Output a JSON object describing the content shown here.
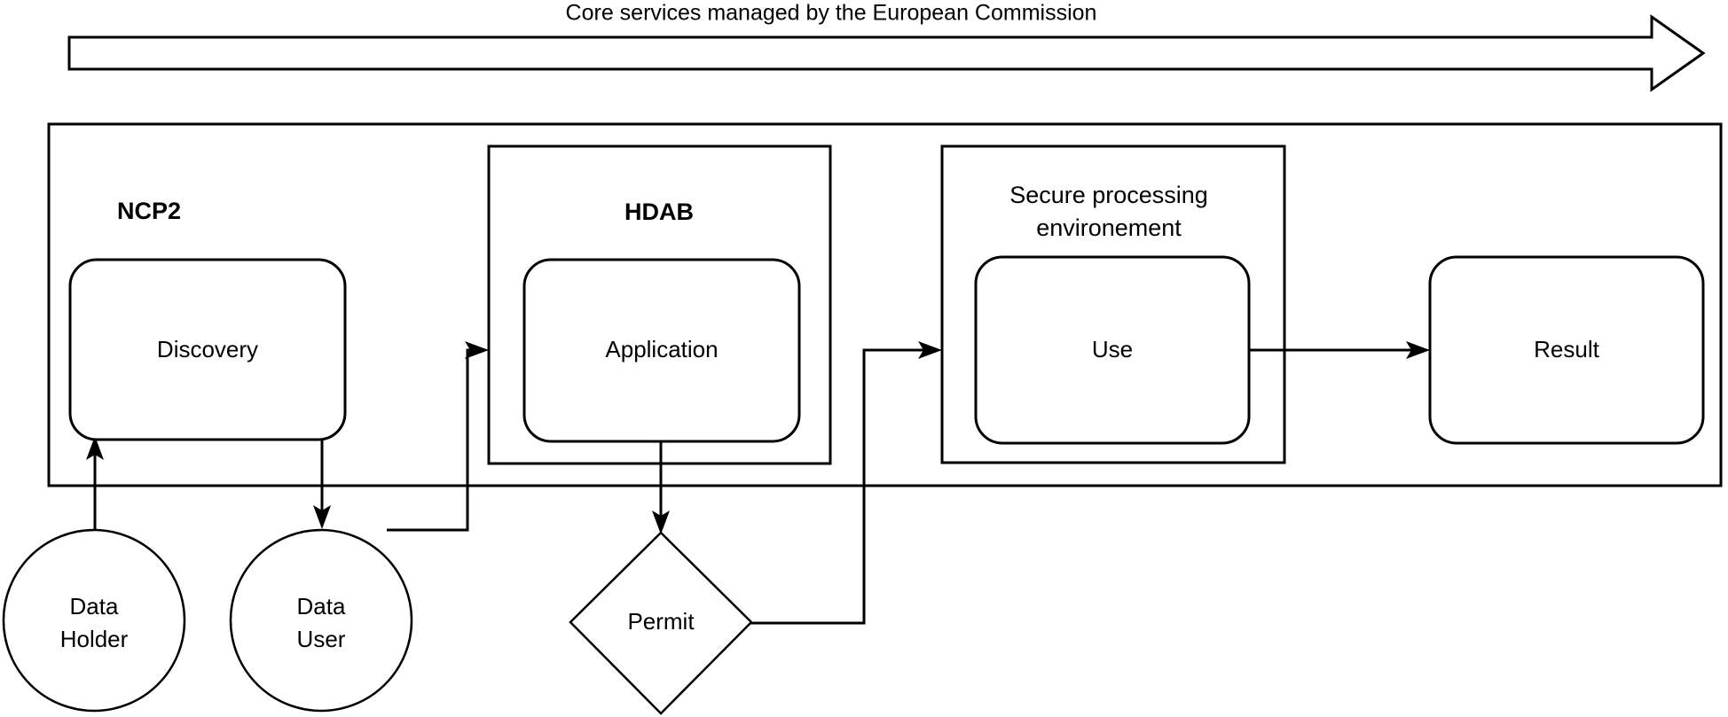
{
  "diagram": {
    "title": "Core services managed by the European Commission",
    "banner": {
      "label": "Core services managed by the European Commission",
      "arrow_direction": "right",
      "stroke_color": "#000000",
      "fill_color": "#ffffff"
    },
    "groups": [
      {
        "id": "main-container",
        "label": "",
        "bold": false
      },
      {
        "id": "ncp2",
        "label": "NCP2",
        "bold": true
      },
      {
        "id": "hdab",
        "label": "HDAB",
        "bold": true
      },
      {
        "id": "spe",
        "label_line1": "Secure processing",
        "label_line2": "environement",
        "bold": false
      }
    ],
    "nodes": [
      {
        "id": "discovery",
        "label": "Discovery",
        "shape": "rounded-rect"
      },
      {
        "id": "application",
        "label": "Application",
        "shape": "rounded-rect"
      },
      {
        "id": "use",
        "label": "Use",
        "shape": "rounded-rect"
      },
      {
        "id": "result",
        "label": "Result",
        "shape": "rounded-rect"
      },
      {
        "id": "data-holder",
        "label_line1": "Data",
        "label_line2": "Holder",
        "shape": "circle"
      },
      {
        "id": "data-user",
        "label_line1": "Data",
        "label_line2": "User",
        "shape": "circle"
      },
      {
        "id": "permit",
        "label": "Permit",
        "shape": "diamond"
      }
    ],
    "edges": [
      {
        "id": "data-holder-to-discovery",
        "from": "data-holder",
        "to": "discovery",
        "arrow": true
      },
      {
        "id": "discovery-to-data-user",
        "from": "discovery",
        "to": "data-user",
        "arrow": true
      },
      {
        "id": "data-user-to-application",
        "from": "data-user",
        "to": "application",
        "arrow": true
      },
      {
        "id": "application-to-permit",
        "from": "application",
        "to": "permit",
        "arrow": true
      },
      {
        "id": "permit-to-use",
        "from": "permit",
        "to": "use",
        "arrow": true
      },
      {
        "id": "use-to-result",
        "from": "use",
        "to": "result",
        "arrow": true
      }
    ],
    "colors": {
      "stroke": "#000000",
      "fill": "#ffffff",
      "text": "#000000",
      "background": "#ffffff"
    }
  }
}
